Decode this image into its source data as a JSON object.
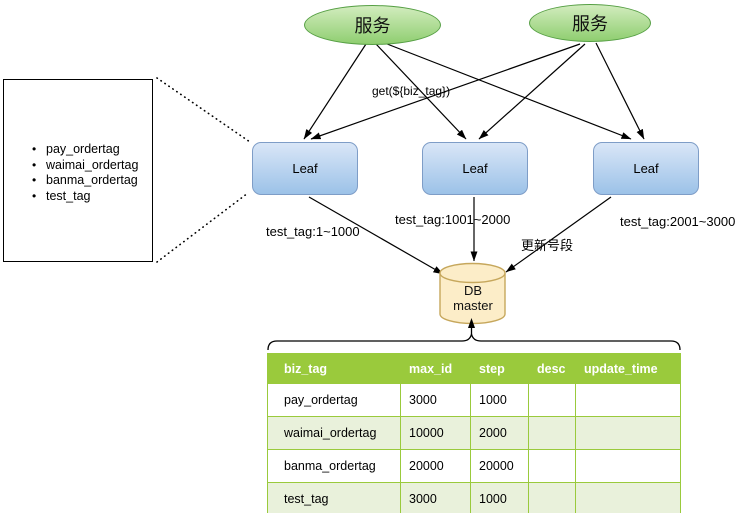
{
  "diagram": {
    "services": [
      {
        "label": "服务"
      },
      {
        "label": "服务"
      }
    ],
    "call_label": "get(${biz_tag})",
    "biz_tags_box": {
      "items": [
        "pay_ordertag",
        "waimai_ordertag",
        "banma_ordertag",
        "test_tag"
      ],
      "bullet": "•"
    },
    "leaf_nodes": [
      {
        "label": "Leaf"
      },
      {
        "label": "Leaf"
      },
      {
        "label": "Leaf"
      }
    ],
    "segment_labels": [
      "test_tag:1~1000",
      "test_tag:1001~2000",
      "test_tag:2001~3000"
    ],
    "update_segment_label": "更新号段",
    "db": {
      "line1": "DB",
      "line2": "master"
    },
    "colors": {
      "service_fill_top": "#d2ecbe",
      "service_fill_bottom": "#8fce70",
      "service_stroke": "#569f44",
      "leaf_fill_top": "#d9e6f7",
      "leaf_fill_bottom": "#9cc2e8",
      "leaf_stroke": "#7e9dc7",
      "db_fill": "#fcedc8",
      "db_stroke": "#c6a75c",
      "table_header_bg": "#9aca3c",
      "table_alt_row_bg": "#e9f1db",
      "table_border": "#9aca3c",
      "connector": "#000000"
    }
  },
  "table": {
    "headers": [
      "biz_tag",
      "max_id",
      "step",
      "desc",
      "update_time"
    ],
    "rows": [
      [
        "pay_ordertag",
        "3000",
        "1000",
        "",
        ""
      ],
      [
        "waimai_ordertag",
        "10000",
        "2000",
        "",
        ""
      ],
      [
        "banma_ordertag",
        "20000",
        "20000",
        "",
        ""
      ],
      [
        "test_tag",
        "3000",
        "1000",
        "",
        ""
      ]
    ]
  }
}
